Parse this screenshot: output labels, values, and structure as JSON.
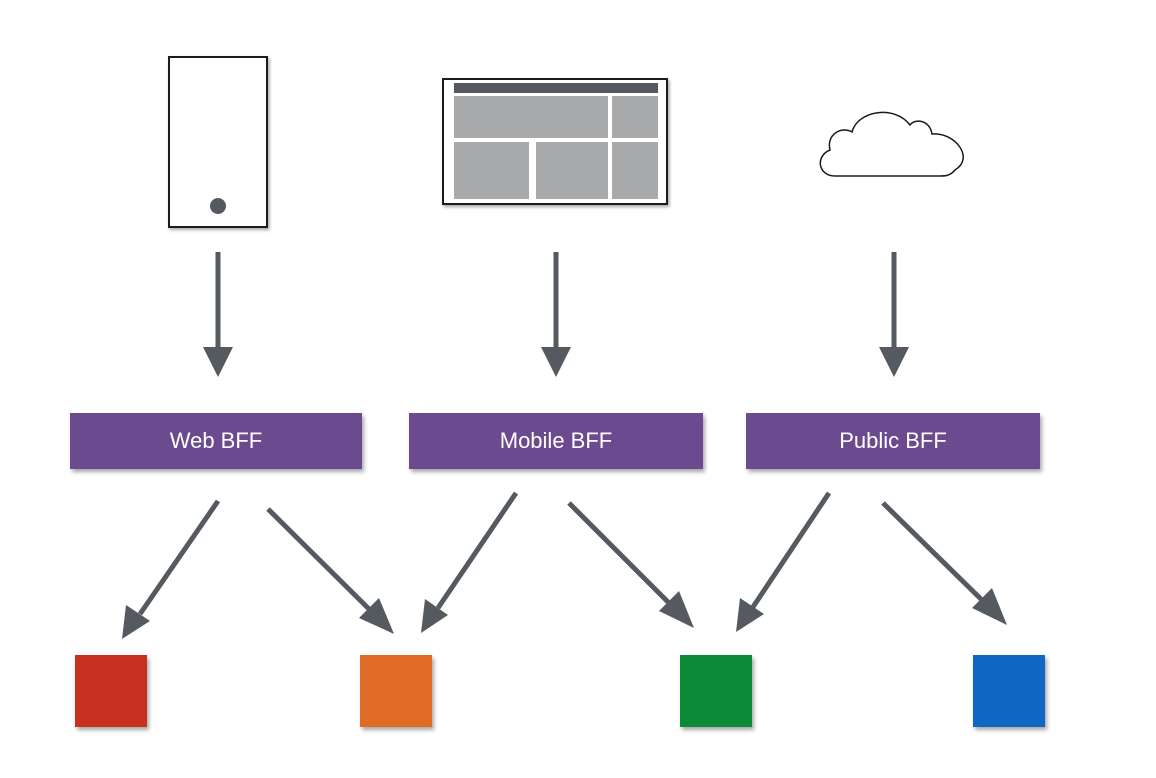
{
  "colors": {
    "bff": "#6b4a8f",
    "arrow": "#555a61",
    "device_fill": "#a7a9aa",
    "service_red": "#c8301f",
    "service_orange": "#df6b26",
    "service_green": "#0d8a37",
    "service_blue": "#1066c3"
  },
  "clients": [
    {
      "icon": "mobile-phone-icon"
    },
    {
      "icon": "desktop-browser-icon"
    },
    {
      "icon": "cloud-icon"
    }
  ],
  "bffs": [
    {
      "label": "Web BFF"
    },
    {
      "label": "Mobile BFF"
    },
    {
      "label": "Public BFF"
    }
  ],
  "services": [
    {
      "name": "service-red"
    },
    {
      "name": "service-orange"
    },
    {
      "name": "service-green"
    },
    {
      "name": "service-blue"
    }
  ]
}
